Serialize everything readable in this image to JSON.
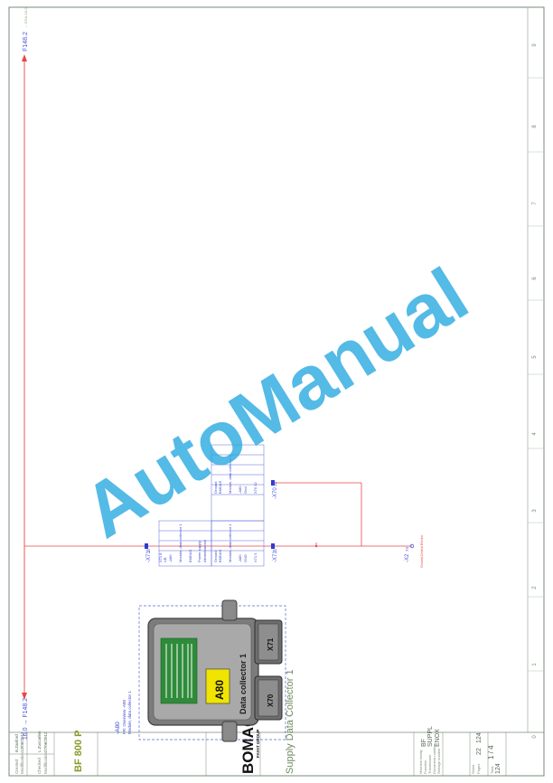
{
  "page": {
    "left_ref_top": "16.0 → F148.2",
    "left_ref_bottom": "16.0 → F148.2",
    "right_ref_top": "F148.2",
    "right_ref_bottom": "F148.2",
    "ref_tail_top": "→ CON.10.0",
    "ref_tail_bottom": "F148.2"
  },
  "columns": [
    "0",
    "1",
    "2",
    "3",
    "4",
    "5",
    "6",
    "7",
    "8",
    "9"
  ],
  "module": {
    "title_lines": [
      "-A80",
      "FR: Overview -A80",
      "Module, data collector 1"
    ],
    "tag": "A80",
    "label": "Data collector 1",
    "conn_a": "X70",
    "conn_b": "X71"
  },
  "wires": {
    "x71_label": "-X71",
    "x71_pin": "8",
    "x71b_label": "-X71",
    "x71b_pin": "5",
    "x70_label": "-X70",
    "x70_pin": "12",
    "x2_label": "-X2",
    "x2_pin": "74",
    "ground_note": "Ground Central Electric"
  },
  "table": {
    "left_block": [
      "X71 8",
      "UB",
      "-A80",
      "Module, data collector 1",
      "BMDAS",
      "Power supply",
      "Alimentazione"
    ],
    "mid_block": [
      "Ground",
      "BMDAS",
      "Module, data collector 1",
      "-A80",
      "GND",
      "X71 5"
    ],
    "right_block": [
      "Ground",
      "BMDAS",
      "Module, data collector 1",
      "-A80",
      "Gnd",
      "X70 12"
    ]
  },
  "watermark": "AutoManual",
  "title_block": {
    "created_label": "Created",
    "created": "B.Zanford",
    "date1_label": "Modification",
    "date1": "13/06/2012",
    "checked_label": "Checked",
    "checked": "L.Zuccarino",
    "date2_label": "Modification",
    "date2": "27/06/2012",
    "model": "BF 800 P",
    "brand": "BOMAG",
    "brand_sub": "FAYAT GROUP",
    "doc_title": "Supply Data Collector 1",
    "labels": [
      "Machine family",
      "Function",
      "Trasmission",
      "Document number",
      "Storage number"
    ],
    "family": "BF",
    "function": "SUPPL",
    "env": "ENOX",
    "sheet_label": "Sheet",
    "sheet": "22",
    "pages_label": "Pages",
    "pages": "124",
    "total_label": "Total",
    "total": "124",
    "page_of": "1 / 4"
  }
}
